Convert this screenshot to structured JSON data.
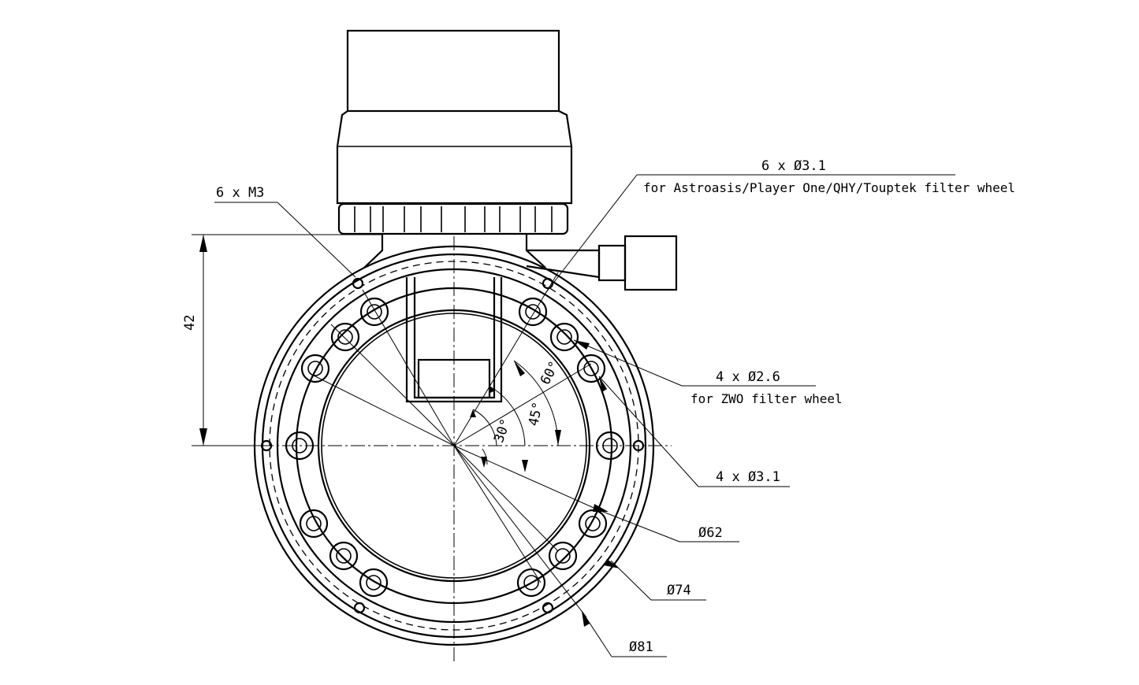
{
  "labels": {
    "m3_holes": "6 x M3",
    "qhy_holes": "6 x Ø3.1",
    "qhy_note": "for Astroasis/Player One/QHY/Touptek filter wheel",
    "zwo_holes": "4 x Ø2.6",
    "zwo_note": "for ZWO filter wheel",
    "holes_31": "4 x Ø3.1",
    "dia_62": "Ø62",
    "dia_74": "Ø74",
    "dia_81": "Ø81",
    "height_42": "42",
    "angle_60": "60°",
    "angle_45": "45°",
    "angle_30": "30°"
  }
}
